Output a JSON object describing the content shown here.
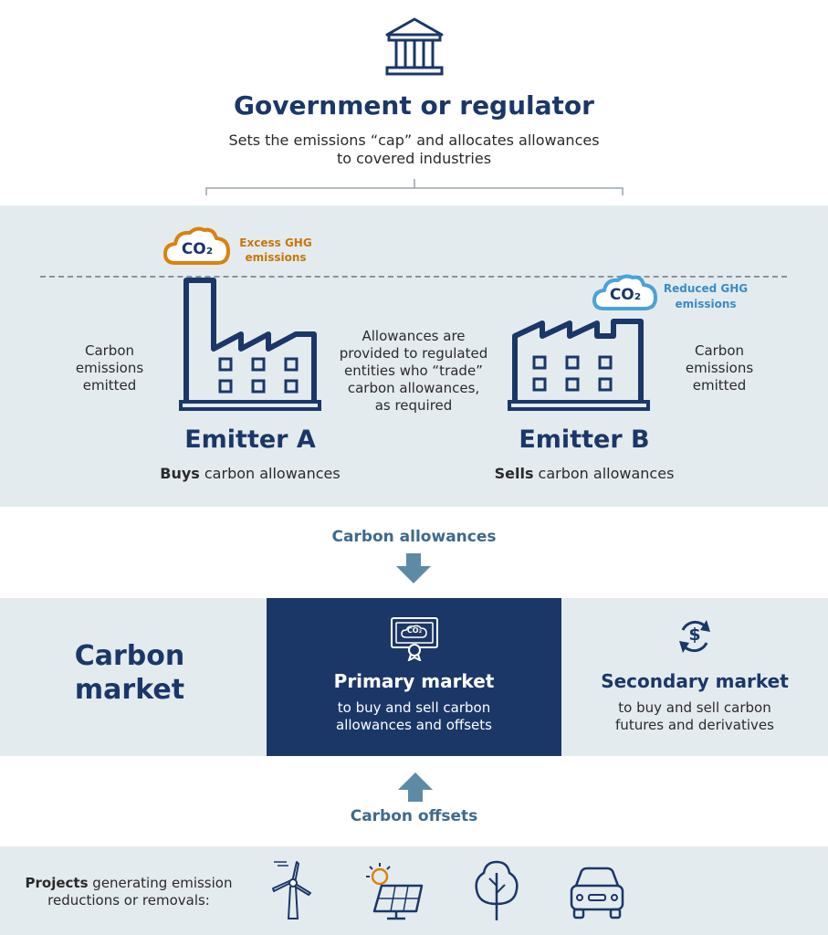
{
  "government": {
    "icon": "government-building-icon",
    "title": "Government or regulator",
    "subtitle_line1": "Sets the emissions “cap” and allocates allowances",
    "subtitle_line2": "to covered industries"
  },
  "emitter_a": {
    "cloud_label": "CO₂",
    "excess_line1": "Excess GHG",
    "excess_line2": "emissions",
    "side_line1": "Carbon",
    "side_line2": "emissions",
    "side_line3": "emitted",
    "name": "Emitter A",
    "role_bold": "Buys",
    "role_rest": " carbon allowances"
  },
  "emitter_b": {
    "cloud_label": "CO₂",
    "reduced_line1": "Reduced GHG",
    "reduced_line2": "emissions",
    "side_line1": "Carbon",
    "side_line2": "emissions",
    "side_line3": "emitted",
    "name": "Emitter B",
    "role_bold": "Sells",
    "role_rest": " carbon allowances"
  },
  "allowances_note": {
    "line1": "Allowances are",
    "line2": "provided to regulated",
    "line3": "entities who “trade”",
    "line4": "carbon allowances,",
    "line5": "as required"
  },
  "flow_down_label": "Carbon allowances",
  "market": {
    "title_line1": "Carbon",
    "title_line2": "market",
    "primary": {
      "title": "Primary market",
      "line1": "to buy and sell carbon",
      "line2": "allowances and offsets",
      "badge": "CO₂"
    },
    "secondary": {
      "title": "Secondary market",
      "line1": "to buy and sell carbon",
      "line2": "futures and derivatives",
      "symbol": "$"
    }
  },
  "flow_up_label": "Carbon offsets",
  "projects": {
    "bold": "Projects",
    "rest": " generating emission",
    "line2": "reductions or removals:",
    "icons": [
      "wind-turbine-icon",
      "solar-panel-icon",
      "tree-icon",
      "electric-car-icon"
    ]
  },
  "colors": {
    "navy": "#1b3768",
    "steel": "#3f6a8c",
    "band": "#e4ebef",
    "orange": "#d9820f",
    "light_blue": "#4aa3d8",
    "arrow": "#5f8aa6"
  }
}
